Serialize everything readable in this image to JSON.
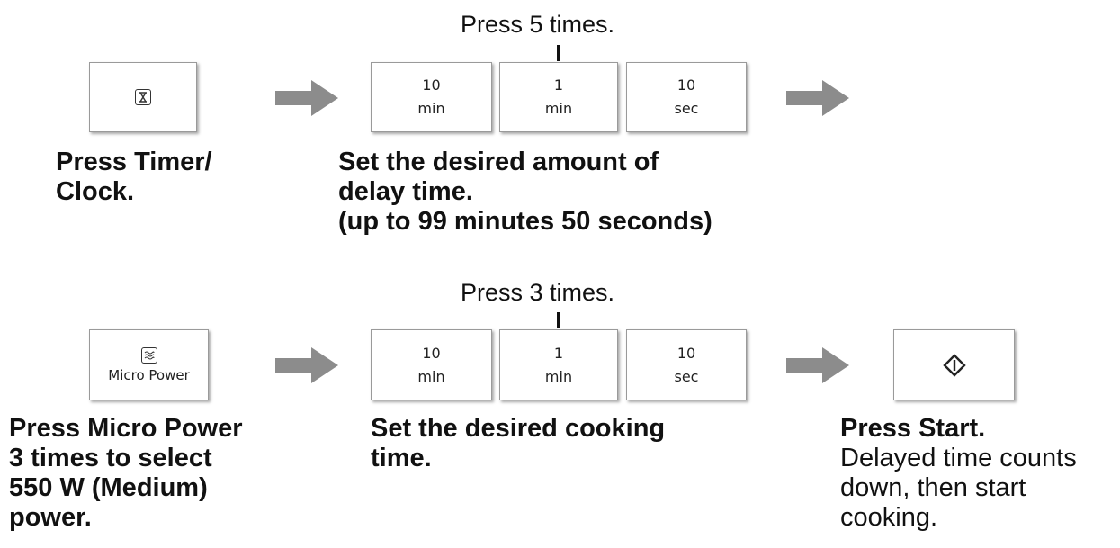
{
  "row1": {
    "press_label": "Press 5 times.",
    "timer_button": {
      "icon": "hourglass-icon"
    },
    "keys": [
      {
        "value": "10",
        "unit": "min"
      },
      {
        "value": "1",
        "unit": "min"
      },
      {
        "value": "10",
        "unit": "sec"
      }
    ],
    "caption_left": [
      "Press Timer/",
      "Clock."
    ],
    "caption_mid": [
      "Set the desired amount of",
      "delay time.",
      "(up to 99 minutes 50 seconds)"
    ]
  },
  "row2": {
    "press_label": "Press 3 times.",
    "micro_button": {
      "icon": "microwave-waves-icon",
      "label": "Micro Power"
    },
    "keys": [
      {
        "value": "10",
        "unit": "min"
      },
      {
        "value": "1",
        "unit": "min"
      },
      {
        "value": "10",
        "unit": "sec"
      }
    ],
    "start_button": {
      "icon": "start-diamond-icon"
    },
    "caption_left": [
      "Press Micro Power",
      "3 times to select",
      "550 W (Medium)",
      "power."
    ],
    "caption_mid": [
      "Set the desired cooking",
      "time."
    ],
    "caption_right_bold": "Press Start.",
    "caption_right": [
      "Delayed time counts",
      "down, then start",
      "cooking."
    ]
  }
}
